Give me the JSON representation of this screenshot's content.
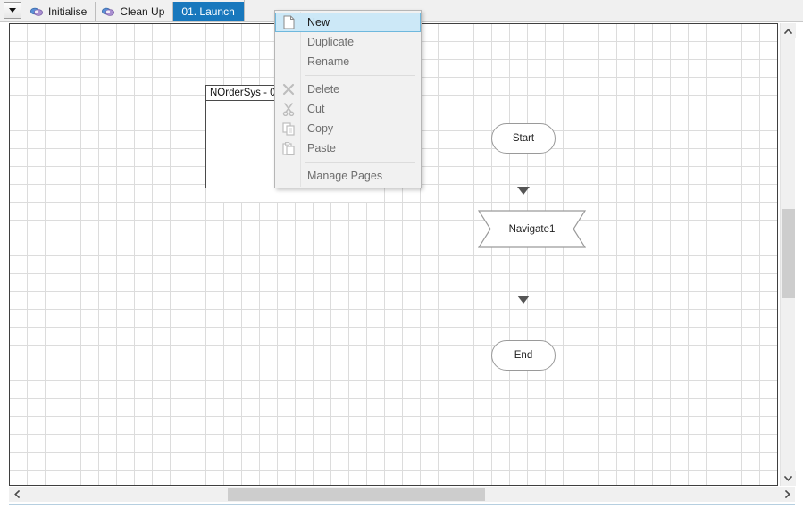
{
  "window": {
    "app_surface": "process-diagram-canvas"
  },
  "tabbar": {
    "dropdown_icon": "caret-down-icon",
    "tabs": [
      {
        "label": "Initialise",
        "icon": "page-icon",
        "active": false
      },
      {
        "label": "Clean Up",
        "icon": "page-icon",
        "active": false
      },
      {
        "label": "01. Launch",
        "icon": "",
        "active": true
      }
    ]
  },
  "canvas": {
    "note": {
      "title": "NOrderSys - 01."
    },
    "nodes": [
      {
        "id": "start",
        "label": "Start",
        "shape": "rounded"
      },
      {
        "id": "navigate1",
        "label": "Navigate1",
        "shape": "banner"
      },
      {
        "id": "end",
        "label": "End",
        "shape": "rounded"
      }
    ],
    "grid": {
      "cell_size": "20",
      "line_color": "#dcdcdc"
    }
  },
  "context_menu": {
    "items": [
      {
        "label": "New",
        "icon": "new-page-icon",
        "enabled": true,
        "selected": true
      },
      {
        "label": "Duplicate",
        "icon": "",
        "enabled": false,
        "selected": false
      },
      {
        "label": "Rename",
        "icon": "",
        "enabled": false,
        "selected": false
      },
      {
        "separator": true
      },
      {
        "label": "Delete",
        "icon": "delete-x-icon",
        "enabled": false,
        "selected": false
      },
      {
        "label": "Cut",
        "icon": "scissors-icon",
        "enabled": false,
        "selected": false
      },
      {
        "label": "Copy",
        "icon": "copy-icon",
        "enabled": false,
        "selected": false
      },
      {
        "label": "Paste",
        "icon": "paste-icon",
        "enabled": false,
        "selected": false
      },
      {
        "separator": true
      },
      {
        "label": "Manage Pages",
        "icon": "",
        "enabled": false,
        "selected": false
      }
    ]
  },
  "scrollbars": {
    "vertical": {
      "up_icon": "chevron-up-icon",
      "down_icon": "chevron-down-icon"
    },
    "horizontal": {
      "left_icon": "chevron-left-icon",
      "right_icon": "chevron-right-icon"
    }
  },
  "colors": {
    "active_tab": "#1878bd",
    "menu_highlight": "#cce8f7",
    "grid_line": "#dcdcdc",
    "connector": "#555555"
  }
}
